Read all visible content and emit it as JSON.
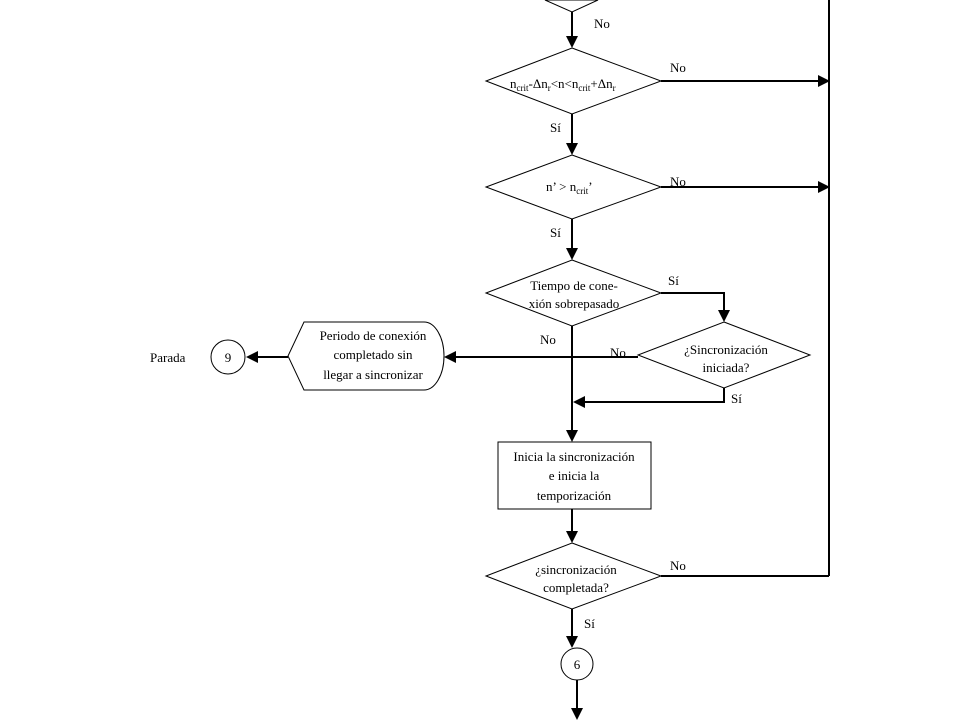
{
  "labels": {
    "no": "No",
    "si": "Sí"
  },
  "decision_range": {
    "n": "n",
    "crit": "crit",
    "minus": "-Δn",
    "r": "r",
    "lt_n_lt": "<n<n",
    "plus": "+Δn"
  },
  "decision_rate": {
    "left": "n’ > n",
    "crit": "crit",
    "prime": "’"
  },
  "decision_time": {
    "line1": "Tiempo de cone-",
    "line2": "xión sobrepasado"
  },
  "decision_sync_started": {
    "line1": "¿Sincronización",
    "line2": "iniciada?"
  },
  "terminal_incomplete": {
    "line1": "Periodo de conexión",
    "line2": "completado sin",
    "line3": "llegar a sincronizar"
  },
  "stop_label": "Parada",
  "connector_stop": "9",
  "process_start_sync": {
    "line1": "Inicia la sincronización",
    "line2": "e inicia la",
    "line3": "temporización"
  },
  "decision_sync_completed": {
    "line1": "¿sincronización",
    "line2": "completada?"
  },
  "connector_next": "6"
}
